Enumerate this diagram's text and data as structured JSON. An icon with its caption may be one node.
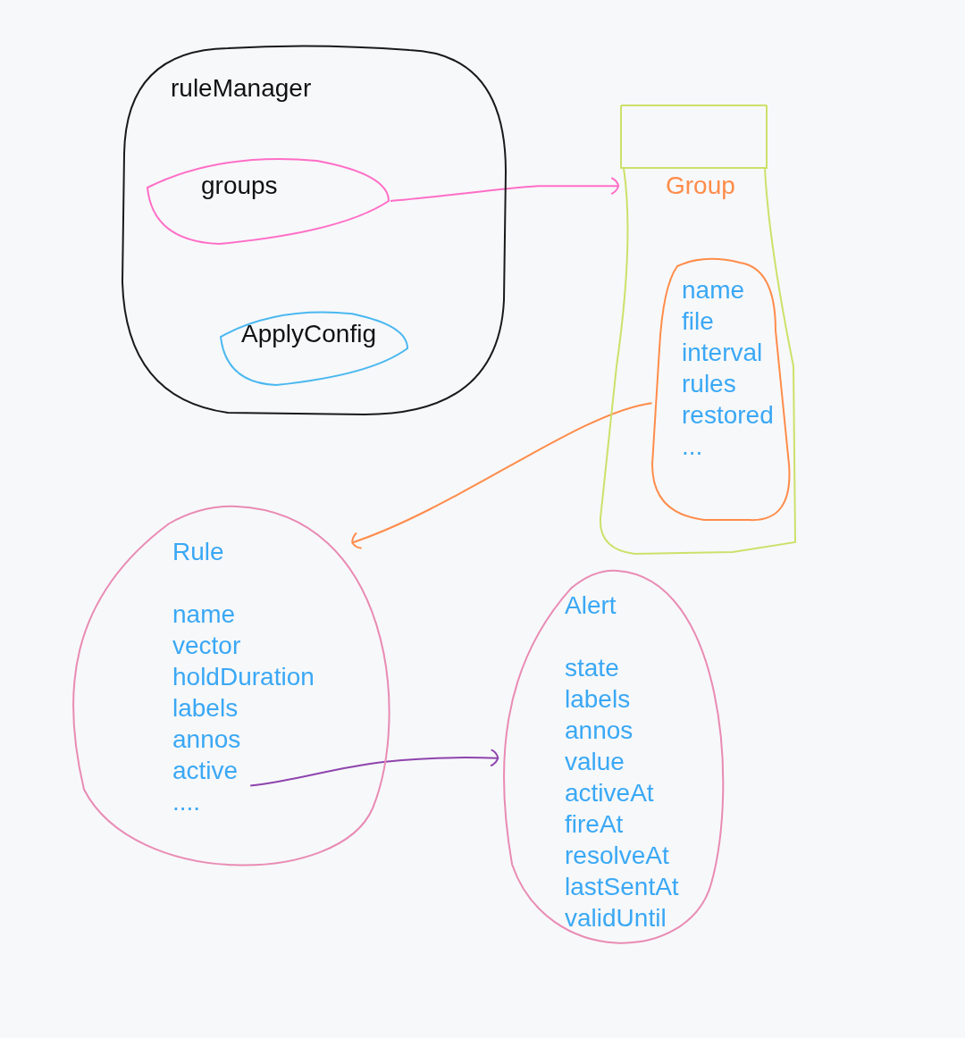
{
  "diagram": {
    "nodes": [
      {
        "text": [
          "ruleManager"
        ]
      },
      {
        "text": [
          "groups"
        ],
        "in": 0
      },
      {
        "text": [
          "ApplyConfig"
        ],
        "in": 0
      },
      {
        "text": [
          "Group"
        ]
      },
      {
        "text": [
          "name",
          "file",
          "interval",
          "rules",
          "restored",
          "..."
        ],
        "in": 3
      },
      {
        "text": [
          "Rule",
          "name",
          "vector",
          "holdDuration",
          "labels",
          "annos",
          "active",
          "...."
        ]
      },
      {
        "text": [
          "Alert",
          "state",
          "labels",
          "annos",
          "value",
          "activeAt",
          "fireAt",
          "resolveAt",
          "lastSentAt",
          "validUntil"
        ]
      }
    ],
    "edges": [
      {
        "from": 1,
        "to": 3,
        "arrow": "to",
        "color": "#ff6ec7"
      },
      {
        "from": 4,
        "to": 5,
        "arrow": "to",
        "color": "#ff8c4a"
      },
      {
        "from": 5,
        "to": 6,
        "arrow": "to",
        "color": "#8e44ad"
      }
    ]
  }
}
